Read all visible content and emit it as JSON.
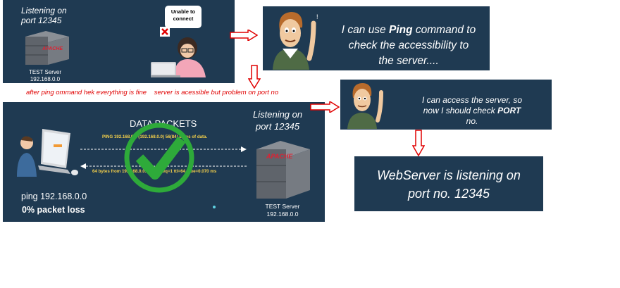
{
  "panel1": {
    "listen_line1": "Listening on",
    "listen_line2": "port 12345",
    "server_name": "TEST Server",
    "server_ip": "192.168.0.0",
    "bubble_line1": "Unable to",
    "bubble_line2": "connect",
    "apache_logo": "APACHE"
  },
  "panel2": {
    "line1_a": "I can use ",
    "line1_b": "Ping",
    "line1_c": " command to",
    "line2": "check the accessibility to",
    "line3": "the server...."
  },
  "note": {
    "text_left": "after ping ommand hek everything is fine",
    "text_right": "server is acessible but problem on port no"
  },
  "panel3": {
    "title": "DATA PACKETS",
    "ping_line": "PING 192.168.0.0 (192.168.0.0) 56(84) bytes of data.",
    "reply_line": "64 bytes from 192.168.0.0: icmp_seq=1 ttl=64 time=0.070 ms",
    "listen_line1": "Listening on",
    "listen_line2": "port 12345",
    "server_name": "TEST Server",
    "server_ip": "192.168.0.0",
    "ping_cmd": "ping 192.168.0.0",
    "loss": "0% packet loss",
    "apache_logo": "APACHE"
  },
  "panel4": {
    "line1": "I can access the server, so",
    "line2_a": "now I should check ",
    "line2_b": "PORT",
    "line3": "no."
  },
  "panel5": {
    "line1": "WebServer is listening on",
    "line2": "port no. 12345"
  },
  "colors": {
    "panel_bg": "#1f3a52",
    "arrow_red": "#e00000",
    "check_green": "#2eaa3a",
    "ping_yellow": "#f5d04a"
  },
  "icons": [
    "server-rack-icon",
    "apache-logo-icon",
    "error-x-icon",
    "user-avatar-icon",
    "laptop-icon",
    "checkmark-icon",
    "mouse-icon",
    "red-arrow-icon"
  ]
}
